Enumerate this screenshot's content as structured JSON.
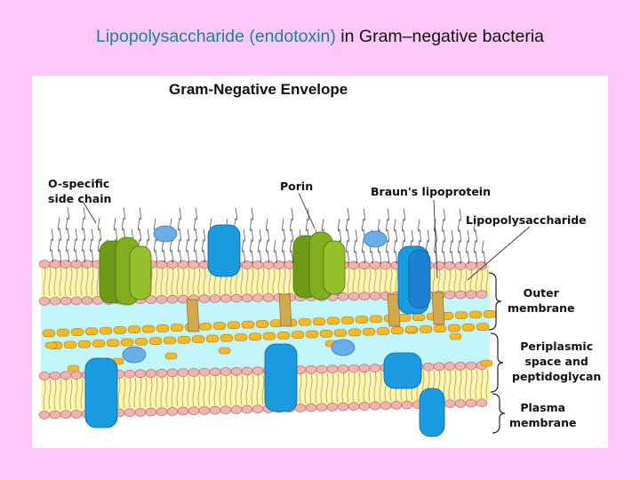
{
  "slide": {
    "title_highlight": "Lipopolysaccharide (endotoxin)",
    "title_rest": " in Gram–negative bacteria"
  },
  "figure": {
    "title": "Gram-Negative Envelope",
    "labels": {
      "o_specific": "O-specific\nside chain",
      "porin": "Porin",
      "brauns": "Braun's lipoprotein",
      "lps": "Lipopolysaccharide",
      "outer_membrane": "Outer\nmembrane",
      "periplasmic": "Periplasmic\nspace and\npeptidoglycan",
      "plasma_membrane": "Plasma\nmembrane"
    }
  },
  "colors": {
    "background": "#FBC8F8",
    "title_accent": "#1E7F9A",
    "lipid_head": "#F2B3AE",
    "tail_fill": "#FFF5A8",
    "periplasm": "#C2F6FC",
    "peptidoglycan": "#F5B827",
    "porin": "#80AE1F",
    "protein": "#1A9BE0",
    "lipoprotein": "#D3A94E"
  },
  "icons": [
    "wavy-side-chain",
    "curly-bracket"
  ]
}
